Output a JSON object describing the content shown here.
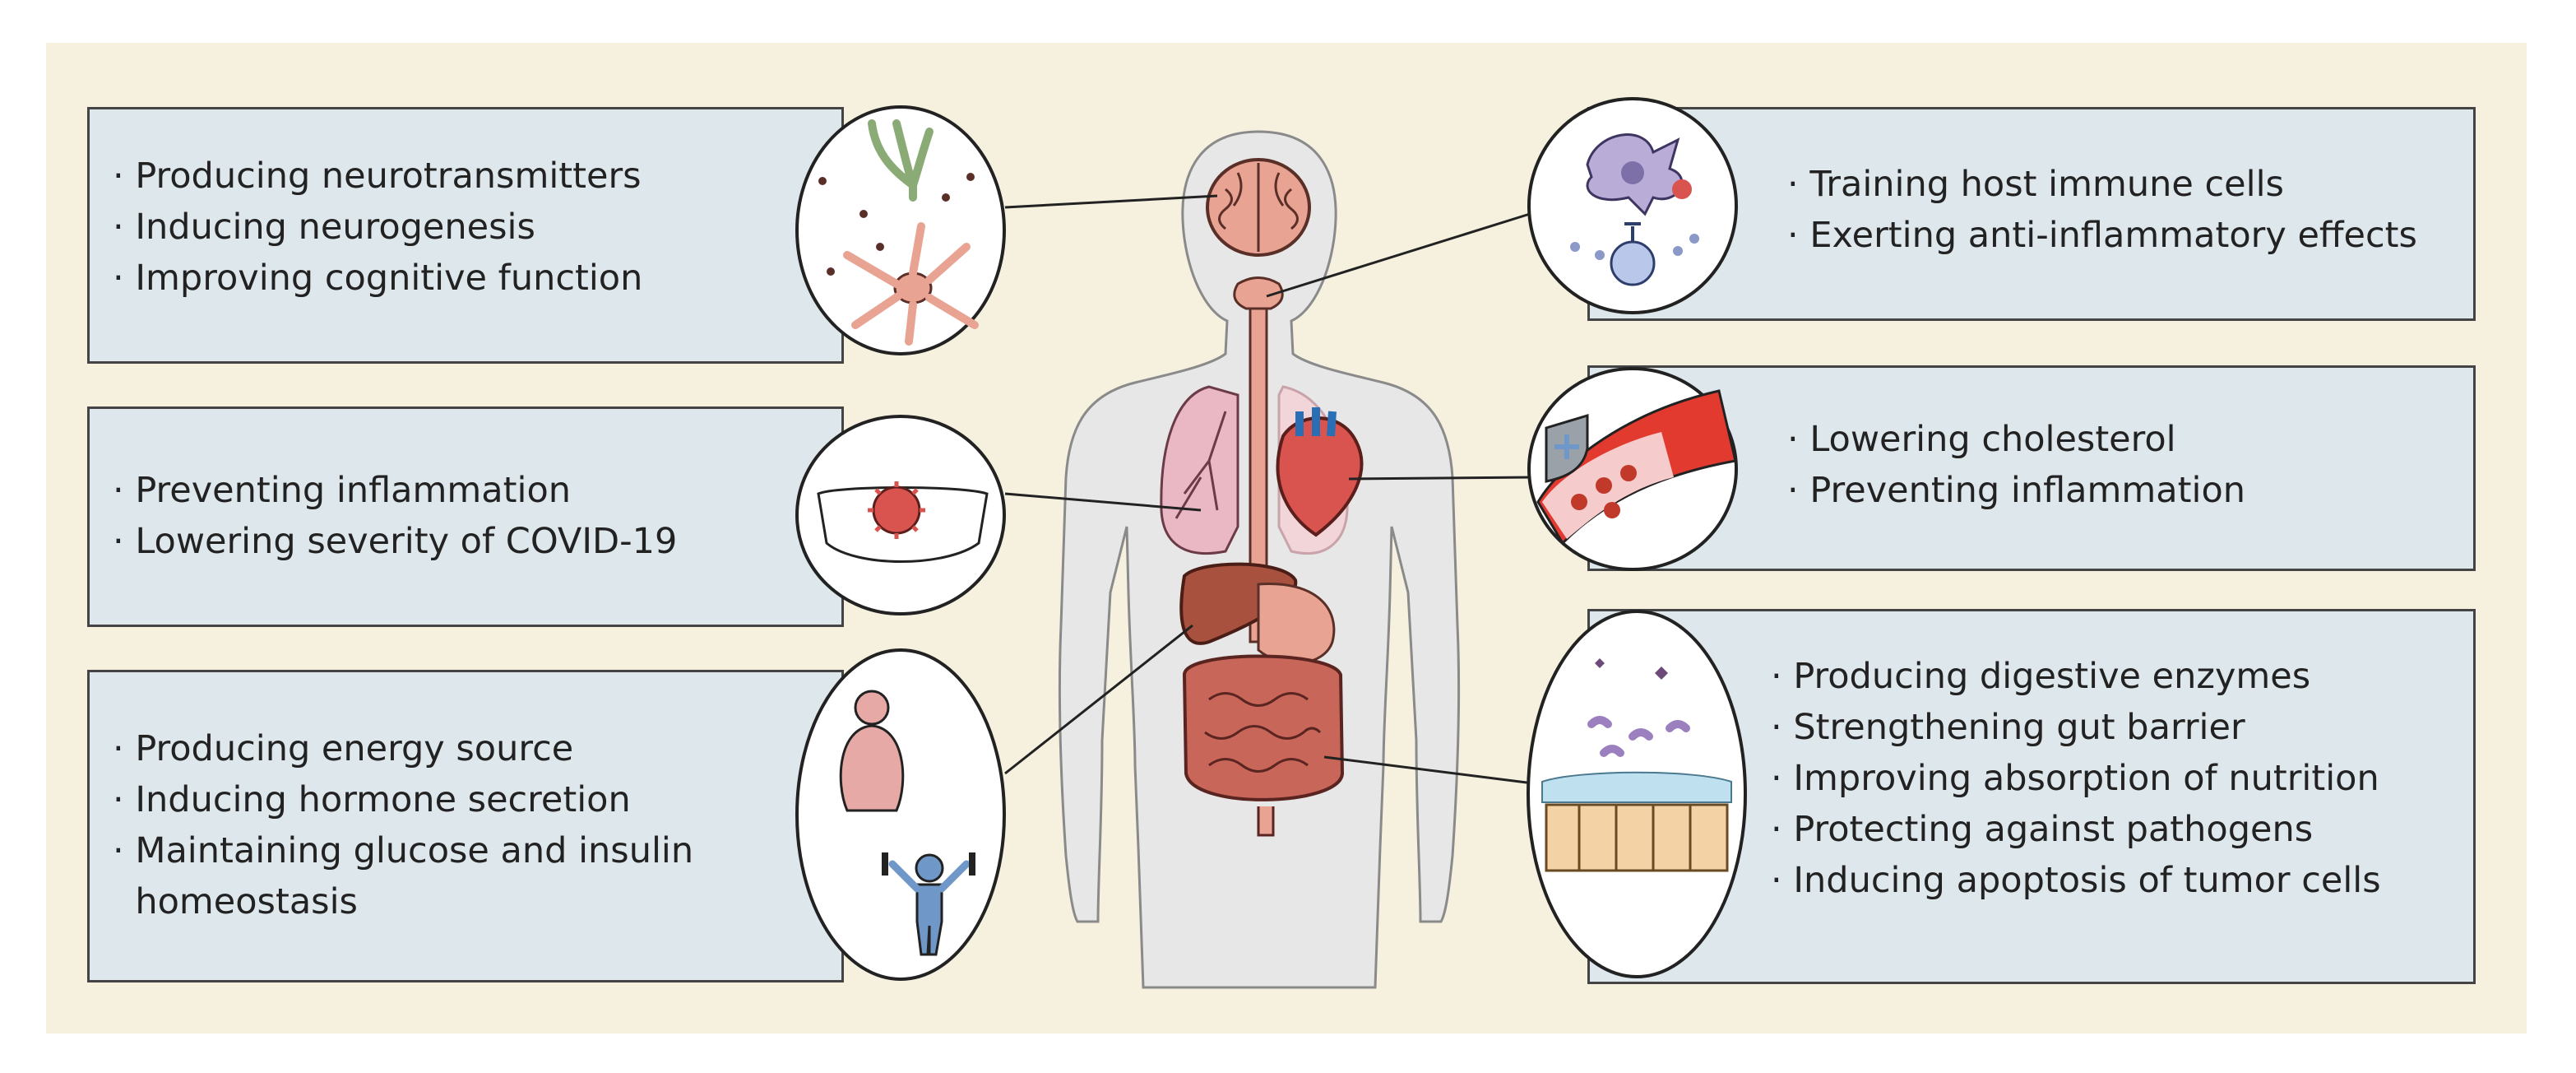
{
  "diagram": {
    "boxes": {
      "brain": {
        "items": [
          "Producing neurotransmitters",
          "Inducing neurogenesis",
          "Improving cognitive function"
        ]
      },
      "lungs": {
        "items": [
          "Preventing inflammation",
          "Lowering severity of COVID-19"
        ]
      },
      "liver": {
        "items": [
          "Producing energy source",
          "Inducing hormone secretion",
          "Maintaining glucose and insulin",
          "homeostasis"
        ]
      },
      "immune": {
        "items": [
          "Training host immune cells",
          "Exerting anti-inflammatory effects"
        ]
      },
      "heart": {
        "items": [
          "Lowering cholesterol",
          "Preventing inflammation"
        ]
      },
      "intestine": {
        "items": [
          "Producing digestive enzymes",
          "Strengthening gut barrier",
          "Improving absorption of nutrition",
          "Protecting against pathogens",
          "Inducing apoptosis of tumor cells"
        ]
      }
    },
    "colors": {
      "background": "#f6f1df",
      "box_fill": "#dde7ec",
      "body_fill": "#e7e7e7",
      "organ": "#e9a393",
      "liver": "#a8513f",
      "heart": "#d9534f",
      "lung": "#e9b8c4",
      "vessel": "#e23a2f",
      "immune_cell": "#b9acd6",
      "person_obese": "#e7a9a6",
      "person_fit": "#6f97c8"
    }
  }
}
